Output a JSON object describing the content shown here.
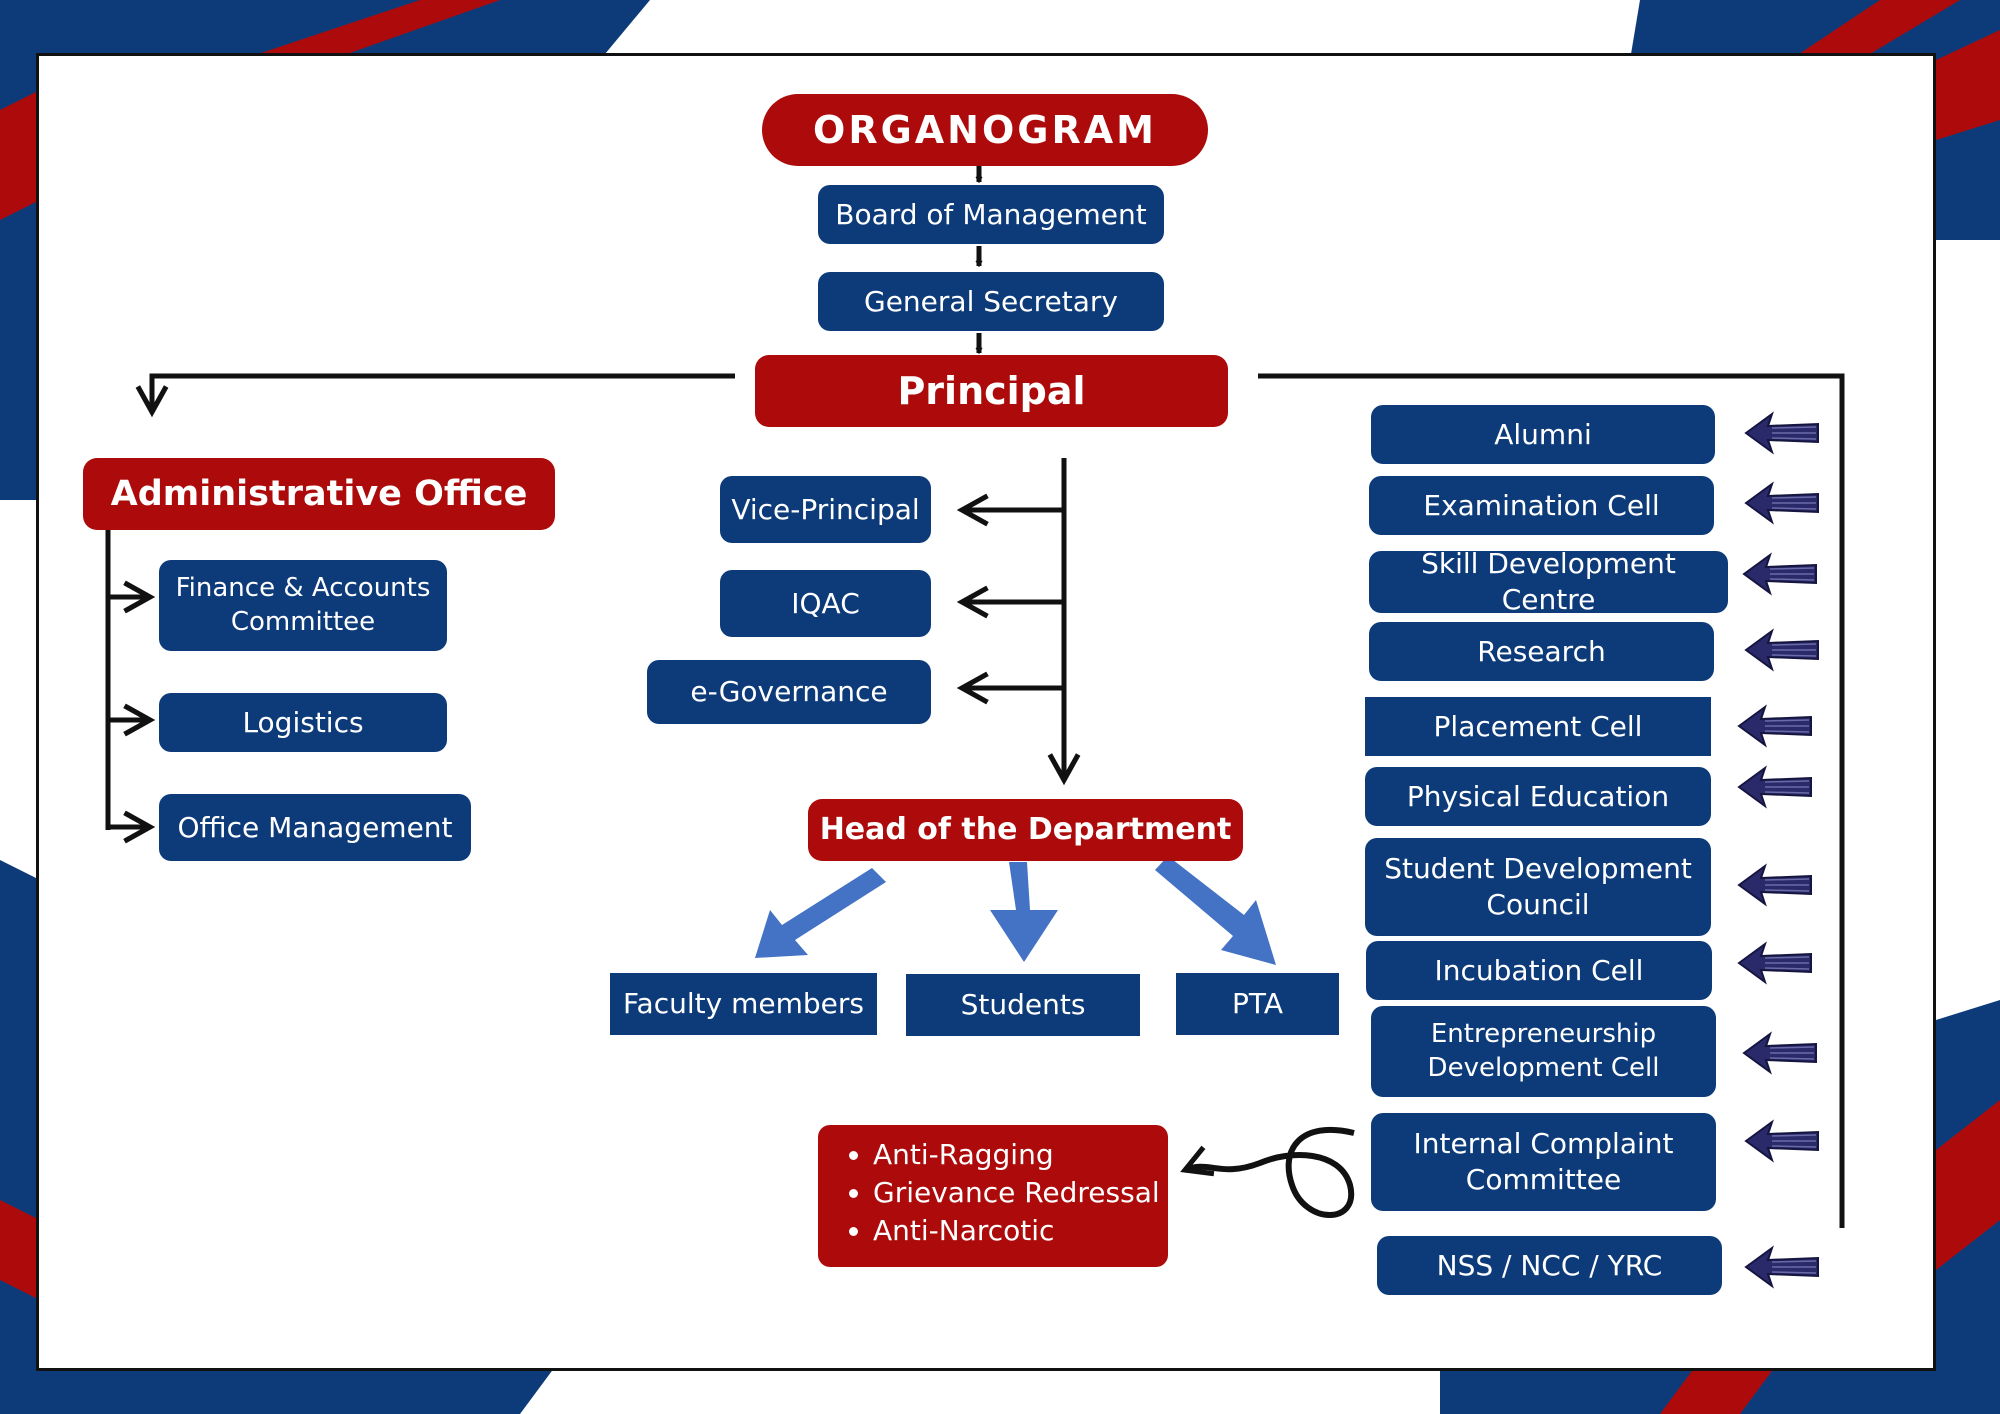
{
  "title": "ORGANOGRAM",
  "colors": {
    "red": "#ad0b0b",
    "blue": "#0d3b7a",
    "light_blue_arrow": "#4472c4",
    "line": "#111111"
  },
  "top_chain": {
    "board": "Board of Management",
    "secretary": "General Secretary",
    "principal": "Principal"
  },
  "admin": {
    "title": "Administrative Office",
    "items": [
      "Finance & Accounts Committee",
      "Logistics",
      "Office Management"
    ]
  },
  "center": {
    "items": [
      "Vice-Principal",
      "IQAC",
      "e-Governance"
    ],
    "hod": "Head of the Department",
    "hod_children": [
      "Faculty members",
      "Students",
      "PTA"
    ]
  },
  "cells": [
    "Alumni",
    "Examination Cell",
    "Skill Development Centre",
    "Research",
    "Placement Cell",
    "Physical Education",
    "Student Development Council",
    "Incubation Cell",
    "Entrepreneurship Development Cell",
    "Internal Complaint Committee",
    "NSS / NCC / YRC"
  ],
  "committees": [
    "Anti-Ragging",
    "Grievance Redressal",
    "Anti-Narcotic"
  ]
}
